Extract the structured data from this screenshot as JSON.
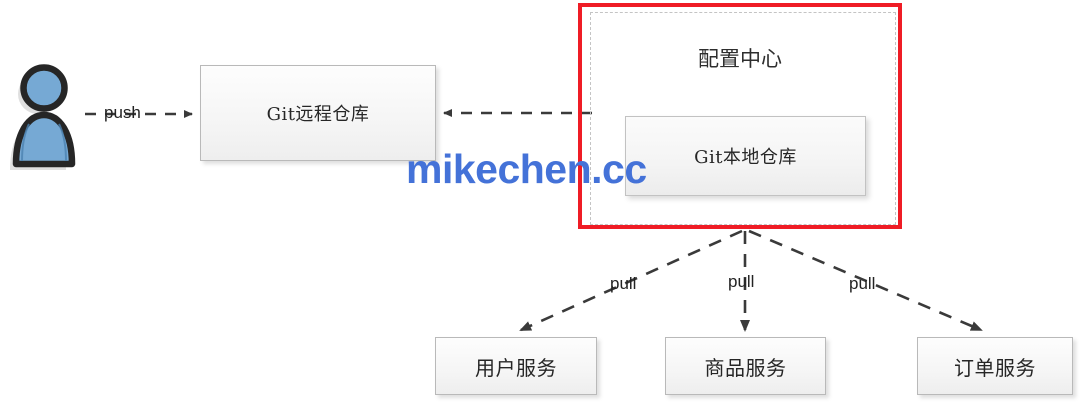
{
  "diagram": {
    "title": "Config center Git repository sync and microservice pull diagram",
    "watermark": "mikechen.cc",
    "colors": {
      "frame_red": "#ef1c25",
      "watermark_blue": "#4472d8",
      "actor_blue": "#6fa8d6",
      "box_border": "#b9b9b9",
      "edge_gray": "#444444"
    }
  },
  "actor": {
    "icon": "user-person-icon",
    "label": ""
  },
  "nodes": {
    "git_remote": {
      "label": "Git远程仓库"
    },
    "git_local": {
      "label": "Git本地仓库"
    },
    "config_center": {
      "label": "配置中心"
    },
    "services": [
      {
        "id": "user-service",
        "label": "用户服务"
      },
      {
        "id": "product-service",
        "label": "商品服务"
      },
      {
        "id": "order-service",
        "label": "订单服务"
      }
    ]
  },
  "edges": {
    "push": {
      "label": "push",
      "from": "actor",
      "to": "git_remote",
      "style": "dashed",
      "arrow": "right"
    },
    "sync_back": {
      "label": "",
      "from": "config_center",
      "to": "git_remote",
      "style": "dashed",
      "arrow": "left"
    },
    "pull_left": {
      "label": "pull",
      "from": "config_center",
      "to": "user-service",
      "style": "dashed",
      "arrow": "end"
    },
    "pull_mid": {
      "label": "pull",
      "from": "config_center",
      "to": "product-service",
      "style": "dashed",
      "arrow": "end"
    },
    "pull_right": {
      "label": "pull",
      "from": "config_center",
      "to": "order-service",
      "style": "dashed",
      "arrow": "end"
    }
  }
}
